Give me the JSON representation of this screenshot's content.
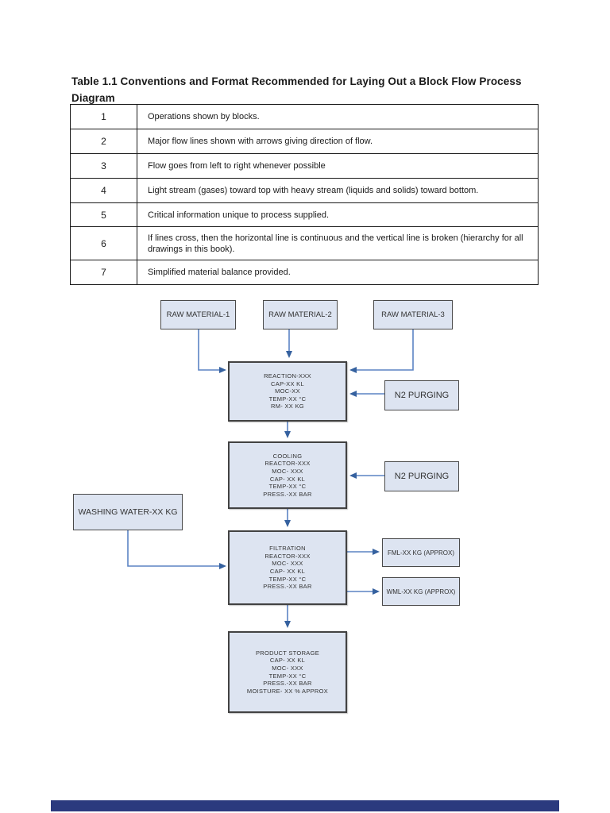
{
  "title": {
    "line1": "Table 1.1 Conventions and Format Recommended for Laying Out a Block Flow Process",
    "line2": "Diagram"
  },
  "conventions_table": {
    "rows": [
      {
        "num": "1",
        "text": "Operations shown by blocks."
      },
      {
        "num": "2",
        "text": "Major flow lines shown with arrows giving direction of flow."
      },
      {
        "num": "3",
        "text": "Flow goes from left to right whenever possible"
      },
      {
        "num": "4",
        "text": "Light stream (gases) toward top with heavy stream (liquids and solids) toward bottom."
      },
      {
        "num": "5",
        "text": "Critical information unique to process supplied."
      },
      {
        "num": "6",
        "text": "If lines cross, then the horizontal line is continuous and the vertical line is broken (hierarchy for all drawings in this book)."
      },
      {
        "num": "7",
        "text": "Simplified material balance provided."
      }
    ]
  },
  "diagram": {
    "raw_material_1": "RAW MATERIAL-1",
    "raw_material_2": "RAW MATERIAL-2",
    "raw_material_3": "RAW MATERIAL-3",
    "reaction": "REACTION-XXX\nCAP-XX KL\nMOC-XX\nTEMP-XX °C\nRM-  XX KG",
    "n2_purging_1": "N2 PURGING",
    "cooling": "COOLING\nREACTOR-XXX\nMOC- XXX\nCAP- XX KL\nTEMP-XX °C\nPRESS.-XX BAR",
    "n2_purging_2": "N2 PURGING",
    "washing_water": "WASHING WATER-XX KG",
    "filtration": "FILTRATION\nREACTOR-XXX\nMOC- XXX\nCAP- XX KL\nTEMP-XX °C\nPRESS.-XX BAR",
    "fml_output": "FML-XX KG (APPROX)",
    "wml_output": "WML-XX KG (APPROX)",
    "product_storage": "PRODUCT STORAGE\nCAP- XX KL\nMOC- XXX\nTEMP-XX °C\nPRESS.-XX BAR\nMOISTURE- XX % APPROX"
  },
  "colors": {
    "box_fill": "#dde4f1",
    "box_border": "#4a4a4a",
    "arrow_line": "#5b84c4",
    "arrow_head": "#35619f",
    "next_page_strip": "#2b3a7e"
  }
}
